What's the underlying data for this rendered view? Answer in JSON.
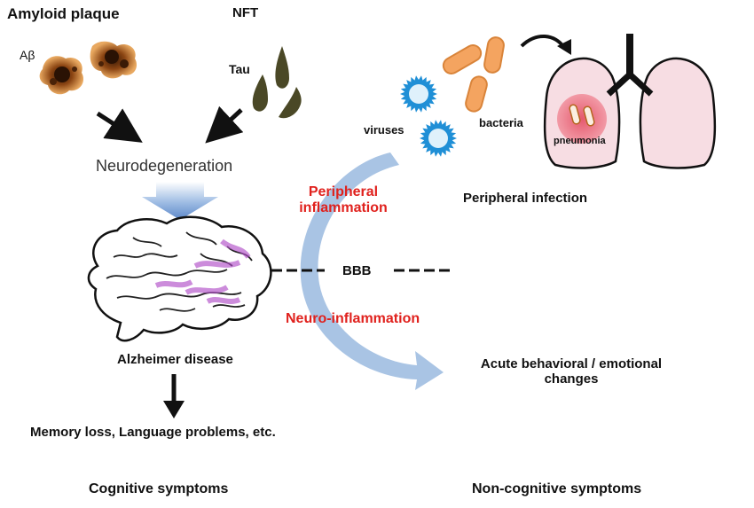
{
  "amyloid": {
    "title": "Amyloid plaque",
    "abeta_label": "Aβ"
  },
  "nft": {
    "title": "NFT",
    "tau_label": "Tau"
  },
  "neurodegeneration": "Neurodegeneration",
  "alzheimer": "Alzheimer disease",
  "memory": "Memory loss, Language problems, etc.",
  "cognitive": "Cognitive symptoms",
  "noncognitive": "Non-cognitive symptoms",
  "peripheral_inflammation": {
    "line1": "Peripheral",
    "line2": "inflammation"
  },
  "neuro_inflammation": "Neuro-inflammation",
  "bbb": "BBB",
  "viruses": "viruses",
  "bacteria": "bacteria",
  "pneumonia": "pneumonia",
  "peripheral_infection": "Peripheral infection",
  "acute": {
    "line1": "Acute behavioral / emotional",
    "line2": "changes"
  },
  "colors": {
    "accent_red": "#e0211d",
    "flow_arrow": "#a9c4e4",
    "virus_blue": "#1f8fd6",
    "bacteria_orange": "#f4a460",
    "lung_pink": "#f7dde3",
    "plaque_brown": "#7a3b12",
    "tau_olive": "#4a4826",
    "brain_purple": "#b04fc8"
  }
}
